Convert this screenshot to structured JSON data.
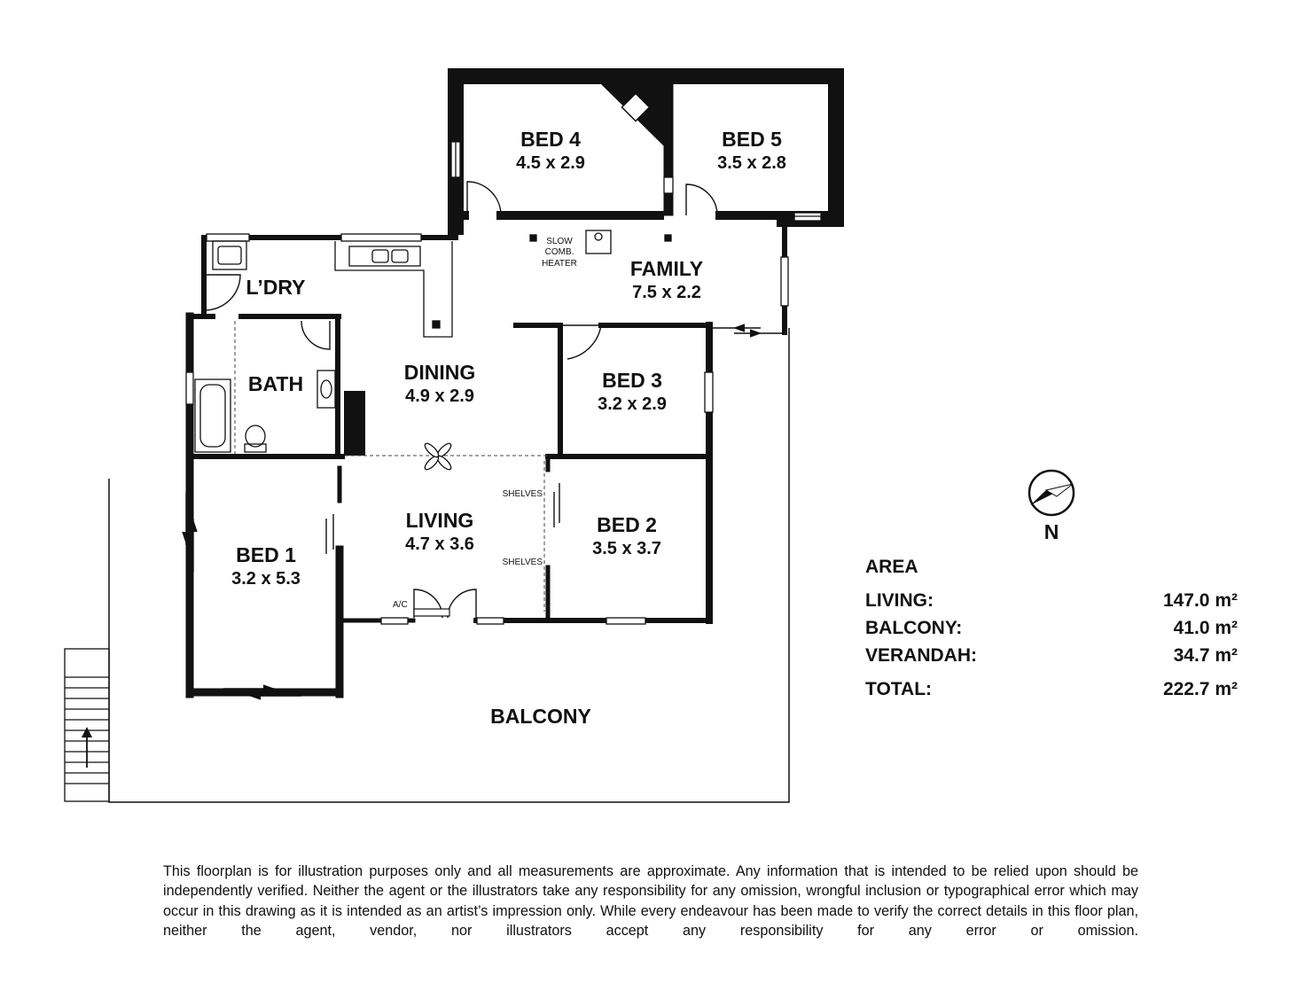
{
  "rooms": {
    "bed4": {
      "name": "BED 4",
      "dims": "4.5 x 2.9"
    },
    "bed5": {
      "name": "BED 5",
      "dims": "3.5 x 2.8"
    },
    "family": {
      "name": "FAMILY",
      "dims": "7.5 x 2.2"
    },
    "laundry": {
      "name": "L’DRY"
    },
    "bath": {
      "name": "BATH"
    },
    "dining": {
      "name": "DINING",
      "dims": "4.9 x 2.9"
    },
    "bed3": {
      "name": "BED 3",
      "dims": "3.2 x 2.9"
    },
    "bed1": {
      "name": "BED 1",
      "dims": "3.2 x 5.3"
    },
    "living": {
      "name": "LIVING",
      "dims": "4.7 x 3.6"
    },
    "bed2": {
      "name": "BED 2",
      "dims": "3.5 x 3.7"
    },
    "balcony": {
      "name": "BALCONY"
    }
  },
  "annotations": {
    "heater": [
      "SLOW",
      "COMB.",
      "HEATER"
    ],
    "shelves_top": "SHELVES",
    "shelves_bottom": "SHELVES",
    "ac": "A/C"
  },
  "compass": {
    "label": "N"
  },
  "area": {
    "heading": "AREA",
    "rows": [
      {
        "label": "LIVING:",
        "value": "147.0 m²"
      },
      {
        "label": "BALCONY:",
        "value": "41.0 m²"
      },
      {
        "label": "VERANDAH:",
        "value": "34.7 m²"
      }
    ],
    "total": {
      "label": "TOTAL:",
      "value": "222.7 m²"
    }
  },
  "disclaimer": "This floorplan is for illustration purposes only and all measurements are approximate. Any information that is intended to be relied upon should be independently verified. Neither the agent or the illustrators take any responsibility for any omission, wrongful inclusion or typographical error which may occur in this drawing as it is intended as an artist’s impression only. While every endeavour has been made to verify the correct details in this floor plan, neither the agent, vendor, nor illustrators accept any responsibility for any error or omission."
}
